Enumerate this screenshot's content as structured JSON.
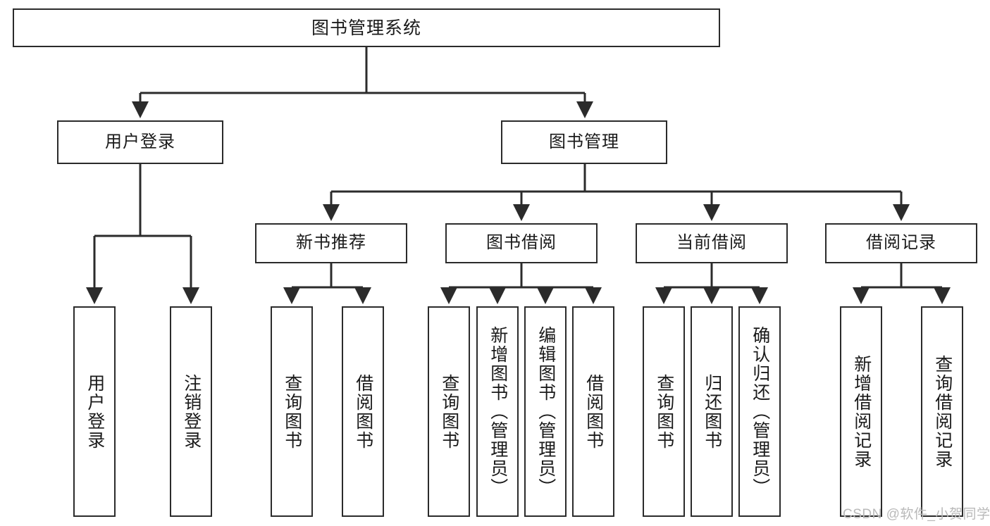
{
  "diagram": {
    "title": "图书管理系统",
    "type": "tree-hierarchy-chart",
    "root": {
      "label": "图书管理系统"
    },
    "level2": [
      {
        "id": "user-login",
        "label": "用户登录"
      },
      {
        "id": "book-management",
        "label": "图书管理"
      }
    ],
    "level3": [
      {
        "id": "new-book-recommend",
        "label": "新书推荐"
      },
      {
        "id": "book-borrow",
        "label": "图书借阅"
      },
      {
        "id": "current-borrow",
        "label": "当前借阅"
      },
      {
        "id": "borrow-record",
        "label": "借阅记录"
      }
    ],
    "leaves": {
      "user_login": [
        {
          "id": "leaf-user-login",
          "label": "用户登录"
        },
        {
          "id": "leaf-logout-login",
          "label": "注销登录"
        }
      ],
      "new_book_recommend": [
        {
          "id": "leaf-query-book-1",
          "label": "查询图书"
        },
        {
          "id": "leaf-borrow-book-1",
          "label": "借阅图书"
        }
      ],
      "book_borrow": [
        {
          "id": "leaf-query-book-2",
          "label": "查询图书"
        },
        {
          "id": "leaf-add-book",
          "label": "新增图书（管理员）"
        },
        {
          "id": "leaf-edit-book",
          "label": "编辑图书（管理员）"
        },
        {
          "id": "leaf-borrow-book-2",
          "label": "借阅图书"
        }
      ],
      "current_borrow": [
        {
          "id": "leaf-query-book-3",
          "label": "查询图书"
        },
        {
          "id": "leaf-return-book",
          "label": "归还图书"
        },
        {
          "id": "leaf-confirm-return",
          "label": "确认归还（管理员）"
        }
      ],
      "borrow_record": [
        {
          "id": "leaf-add-record",
          "label": "新增借阅记录"
        },
        {
          "id": "leaf-query-record",
          "label": "查询借阅记录"
        }
      ]
    }
  },
  "watermark": {
    "text": "CSDN @软件_小贺同学"
  },
  "colors": {
    "stroke": "#2b2b2b",
    "background": "#ffffff",
    "text": "#1a1a1a",
    "watermark": "#b9b9b9"
  }
}
